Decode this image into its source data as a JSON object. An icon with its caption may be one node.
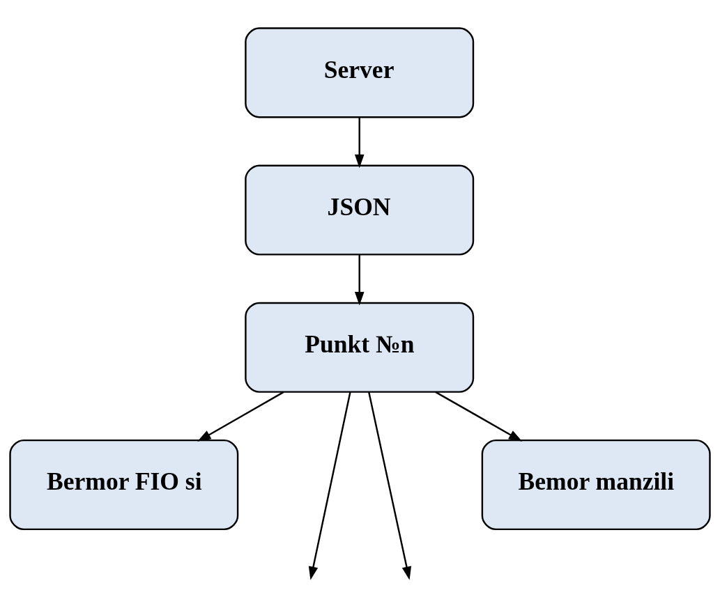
{
  "diagram": {
    "nodes": [
      {
        "text": [
          "Server"
        ]
      },
      {
        "text": [
          "JSON"
        ]
      },
      {
        "text": [
          "Punkt №n"
        ]
      },
      {
        "text": [
          "Bermor FIO si"
        ]
      },
      {
        "text": [
          "Bemor manzili"
        ]
      }
    ],
    "edges": [
      {
        "from": 0,
        "to": 1,
        "arrow": "to"
      },
      {
        "from": 1,
        "to": 2,
        "arrow": "to"
      },
      {
        "from": 2,
        "to": 3,
        "arrow": "to"
      },
      {
        "from": 2,
        "to": null,
        "arrow": "to"
      },
      {
        "from": 2,
        "to": null,
        "arrow": "to"
      },
      {
        "from": 2,
        "to": 4,
        "arrow": "to"
      }
    ]
  }
}
